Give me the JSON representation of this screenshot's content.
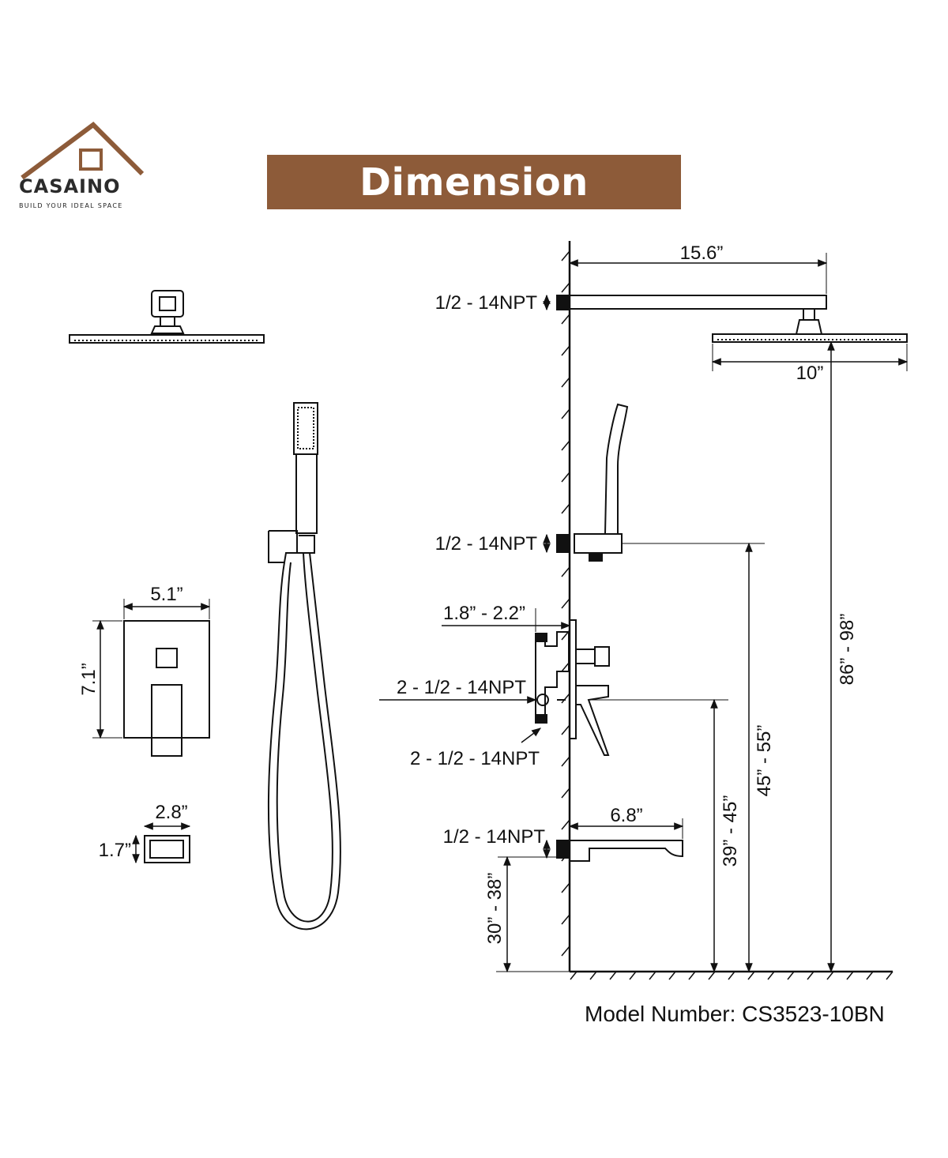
{
  "brand": {
    "name": "CASAINO",
    "tagline": "BUILD YOUR IDEAL SPACE",
    "color": "#8d5b39"
  },
  "banner": {
    "title": "Dimension",
    "color": "#8d5b39"
  },
  "dimensions": {
    "shower_arm_length": "15.6”",
    "shower_head_width": "10”",
    "top_connection": "1/2 - 14NPT",
    "handheld_connection": "1/2 - 14NPT",
    "valve_depth": "1.8” - 2.2”",
    "valve_inlet": "2 - 1/2 - 14NPT",
    "valve_outlet": "2 - 1/2 - 14NPT",
    "spout_connection": "1/2 - 14NPT",
    "spout_length": "6.8”",
    "spout_height": "30” - 38”",
    "valve_height": "39” - 45”",
    "handheld_height": "45” - 55”",
    "head_height": "86” - 98”",
    "trim_plate_width": "5.1”",
    "trim_plate_height": "7.1”",
    "outlet_width": "2.8”",
    "outlet_height": "1.7”"
  },
  "model": {
    "text": "Model Number: CS3523-10BN"
  }
}
